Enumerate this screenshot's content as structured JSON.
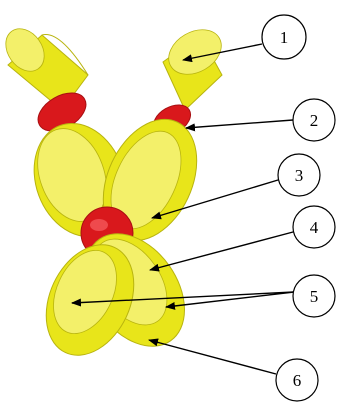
{
  "diagram": {
    "colors": {
      "yellow": "#e8e51a",
      "yellow_light": "#f3f06a",
      "yellow_shadow": "#b8b40f",
      "red": "#d9181c",
      "red_dark": "#a80f12",
      "stroke": "#000000",
      "arrow": "#000000"
    },
    "callouts": [
      {
        "id": "1",
        "label": "1"
      },
      {
        "id": "2",
        "label": "2"
      },
      {
        "id": "3",
        "label": "3"
      },
      {
        "id": "4",
        "label": "4"
      },
      {
        "id": "5",
        "label": "5"
      },
      {
        "id": "6",
        "label": "6"
      }
    ]
  }
}
